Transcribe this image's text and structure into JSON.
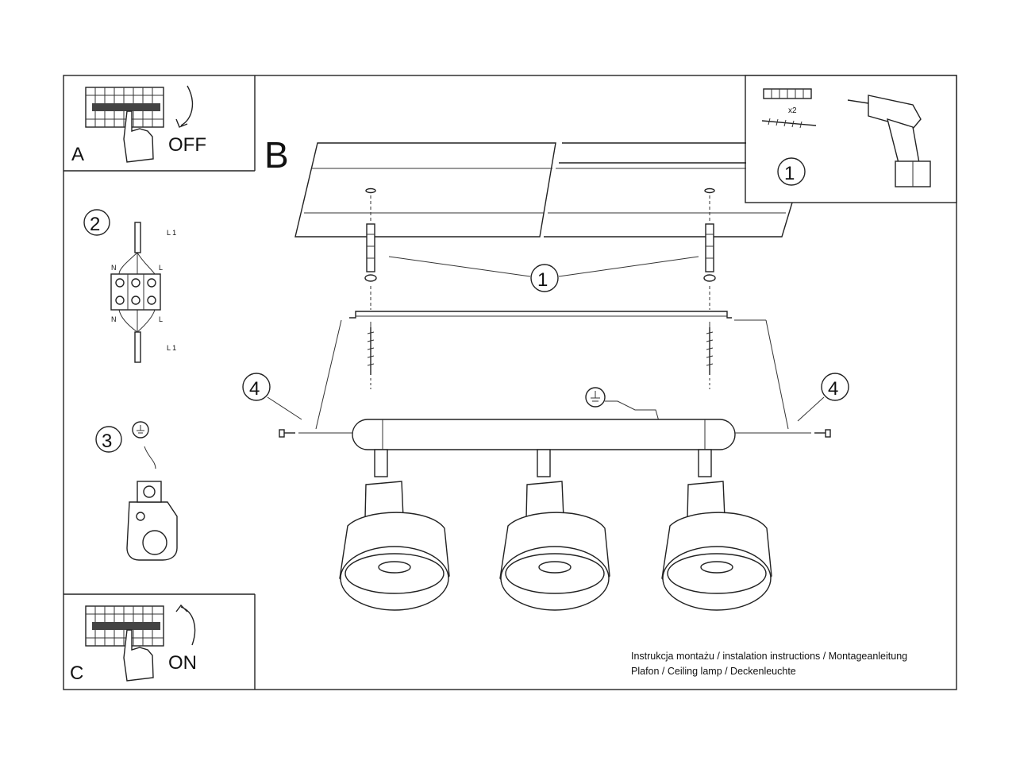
{
  "panels": {
    "a": {
      "letter": "A",
      "action": "OFF"
    },
    "b": {
      "letter": "B"
    },
    "c": {
      "letter": "C",
      "action": "ON"
    }
  },
  "steps": {
    "one": "1",
    "two": "2",
    "three": "3",
    "four": "4"
  },
  "tools": {
    "anchor_count": "x2"
  },
  "wiring": {
    "live_in": "L 1",
    "neutral": "N",
    "live": "L",
    "live_out": "L 1"
  },
  "caption": {
    "line1": "Instrukcja montażu / instalation instructions / Montageanleitung",
    "line2": "Plafon / Ceiling lamp / Deckenleuchte"
  }
}
